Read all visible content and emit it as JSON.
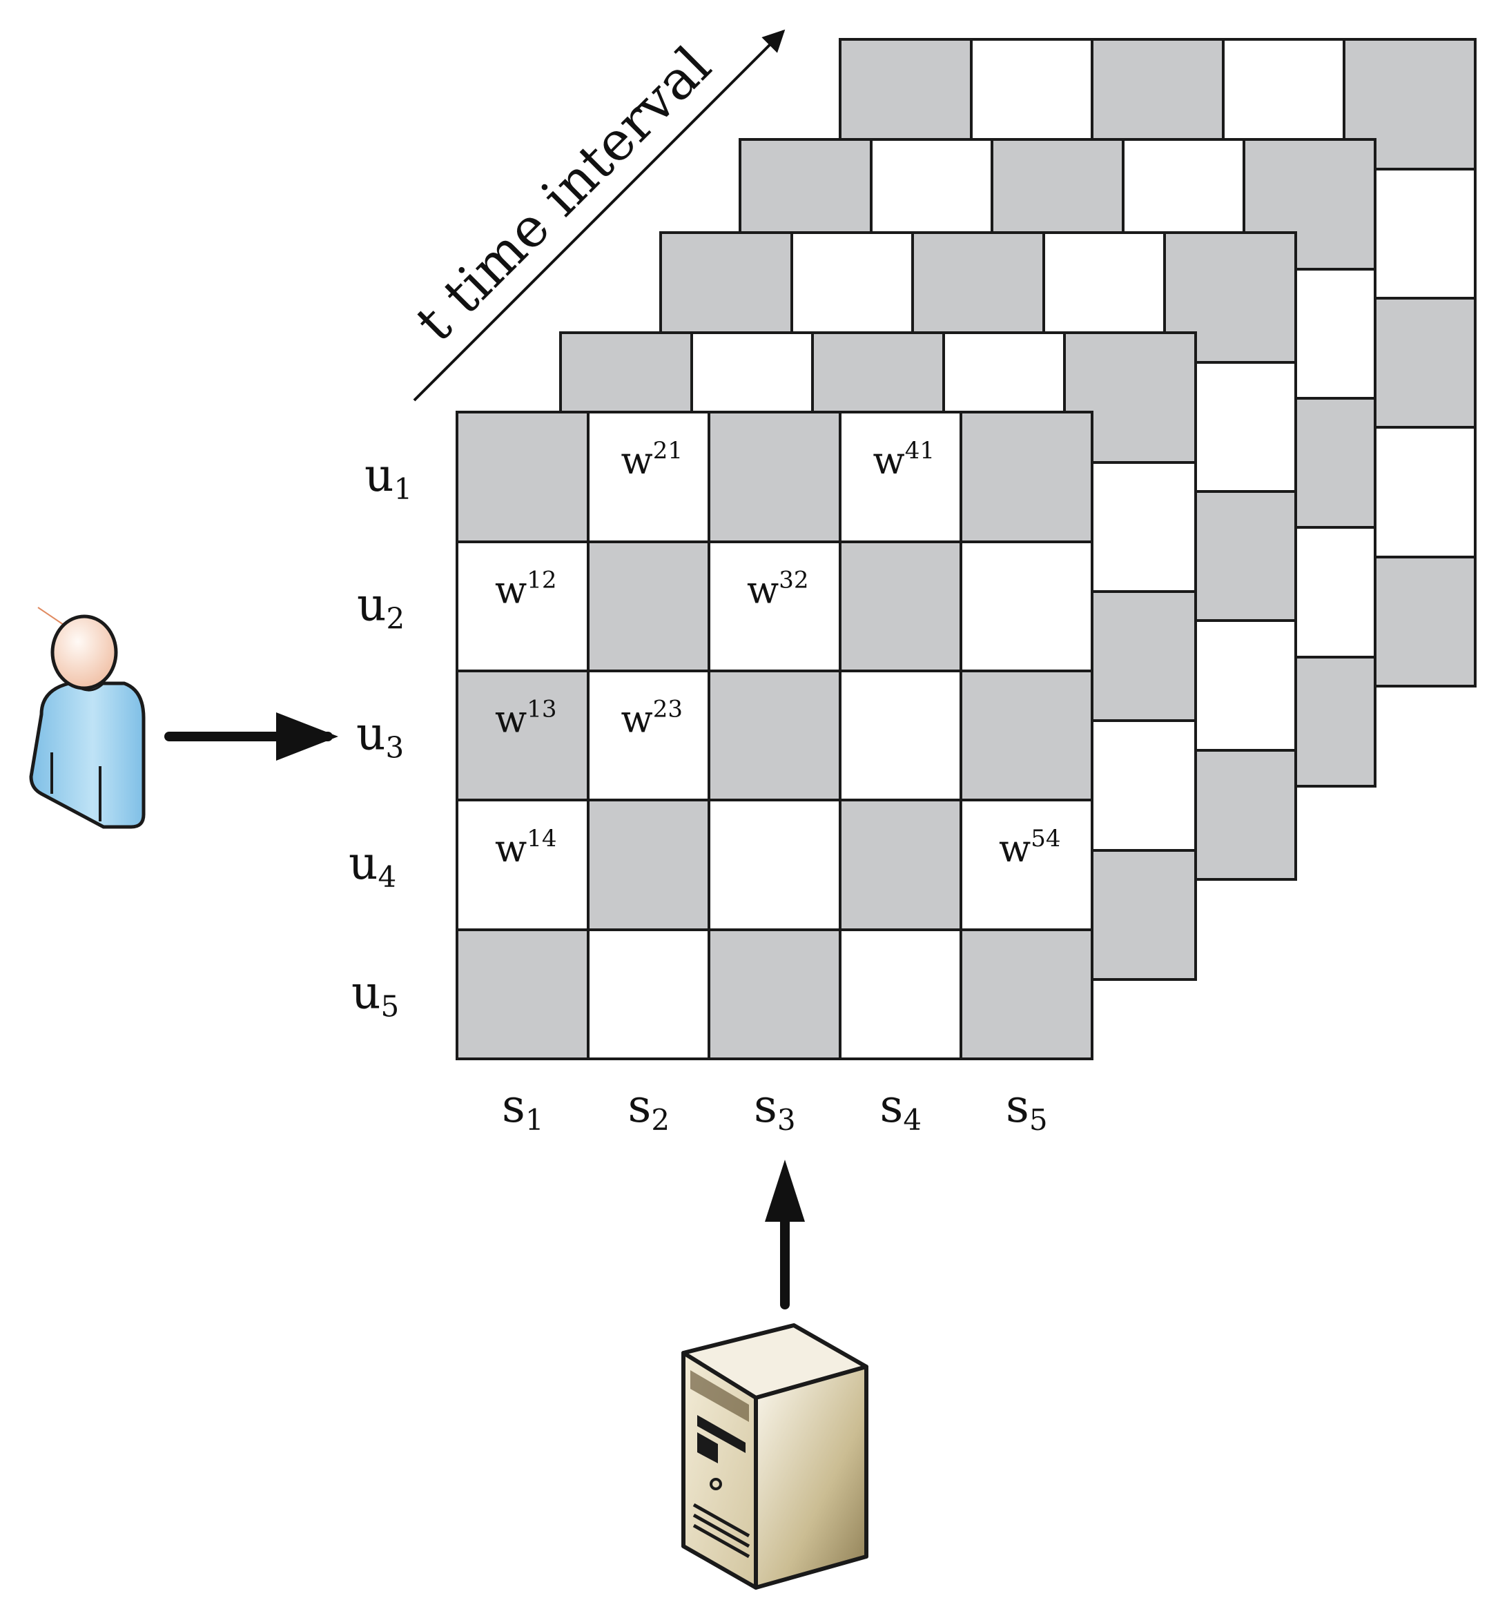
{
  "time_axis_label": "t time interval",
  "user_labels": [
    {
      "base": "u",
      "sub": "1"
    },
    {
      "base": "u",
      "sub": "2"
    },
    {
      "base": "u",
      "sub": "3"
    },
    {
      "base": "u",
      "sub": "4"
    },
    {
      "base": "u",
      "sub": "5"
    }
  ],
  "service_labels": [
    {
      "base": "s",
      "sub": "1"
    },
    {
      "base": "s",
      "sub": "2"
    },
    {
      "base": "s",
      "sub": "3"
    },
    {
      "base": "s",
      "sub": "4"
    },
    {
      "base": "s",
      "sub": "5"
    }
  ],
  "matrix_cells": [
    {
      "row": 1,
      "col": 2,
      "base": "w",
      "sup": "21"
    },
    {
      "row": 1,
      "col": 4,
      "base": "w",
      "sup": "41"
    },
    {
      "row": 2,
      "col": 1,
      "base": "w",
      "sup": "12"
    },
    {
      "row": 2,
      "col": 3,
      "base": "w",
      "sup": "32"
    },
    {
      "row": 3,
      "col": 1,
      "base": "w",
      "sup": "13"
    },
    {
      "row": 3,
      "col": 2,
      "base": "w",
      "sup": "23"
    },
    {
      "row": 4,
      "col": 1,
      "base": "w",
      "sup": "14"
    },
    {
      "row": 4,
      "col": 5,
      "base": "w",
      "sup": "54"
    }
  ],
  "colors": {
    "shaded_cell": "#c8c9cb",
    "empty_cell": "#ffffff",
    "grid_line": "#1a1a1a",
    "user_shirt": "#9fd0ec",
    "user_skin": "#f6d2bd",
    "server_body": "#e6dcc0"
  },
  "icons": [
    "user-icon",
    "server-icon"
  ]
}
